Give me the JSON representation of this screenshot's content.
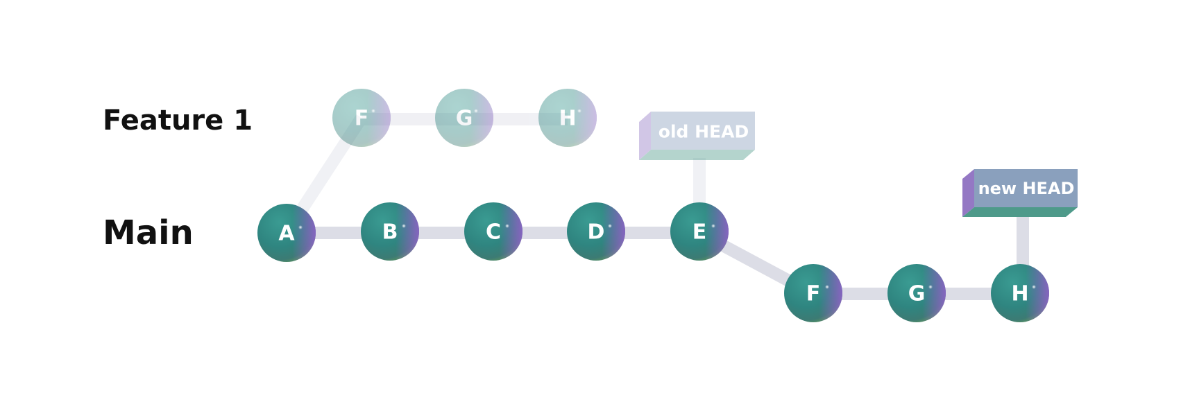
{
  "labels": {
    "feature_branch": "Feature 1",
    "main_branch": "Main"
  },
  "commits": {
    "feature_old": [
      "F",
      "G",
      "H"
    ],
    "main": [
      "A",
      "B",
      "C",
      "D",
      "E"
    ],
    "rebased": [
      "F",
      "G",
      "H"
    ]
  },
  "tags": {
    "old_head": "old HEAD",
    "new_head": "new HEAD"
  },
  "colors": {
    "commit_teal": "#2f8a84",
    "commit_purple": "#8e62c9",
    "commit_green": "#6fae62",
    "connector": "#dcdde6",
    "tag_front": "#8aa0bd",
    "tag_side": "#9478c4",
    "tag_bottom": "#4e9a8a"
  }
}
